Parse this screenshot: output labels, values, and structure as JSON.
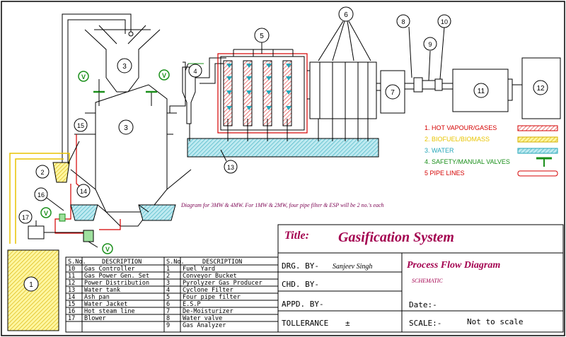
{
  "numbers": {
    "n1": "1",
    "n2": "2",
    "n3a": "3",
    "n3b": "3",
    "n4": "4",
    "n5": "5",
    "n6": "6",
    "n7": "7",
    "n8": "8",
    "n9": "9",
    "n10": "10",
    "n11": "11",
    "n12": "12",
    "n13": "13",
    "n14": "14",
    "n15": "15",
    "n16": "16",
    "n17": "17"
  },
  "valve_letter": "V",
  "legend": [
    {
      "label": "1. HOT VAPOUR/GASES",
      "color": "#d40000"
    },
    {
      "label": "2. BIOFUEL/BIOMASS",
      "color": "#e8c400"
    },
    {
      "label": "3. WATER",
      "color": "#26a6b8"
    },
    {
      "label": "4. SAFETY/MANUAL VALVES",
      "color": "#1a8f1a"
    },
    {
      "label": "5 PIPE LINES",
      "color": "#d40000"
    }
  ],
  "note": "Diagram for 3MW & 4MW. For 1MW & 2MW, four pipe filter & ESP will be 2 no.'s each",
  "table": {
    "headers": [
      "S.No.",
      "DESCRIPTION",
      "S.No.",
      "DESCRIPTION"
    ],
    "rows": [
      [
        "10",
        "Gas Controller",
        "1",
        "Fuel Yard"
      ],
      [
        "11",
        "Gas Power Gen. Set",
        "2",
        "Conveyor Bucket"
      ],
      [
        "12",
        "Power Distribution",
        "3",
        "Pyrolyzer Gas Producer"
      ],
      [
        "13",
        "Water tank",
        "4",
        "Cyclone  Filter"
      ],
      [
        "14",
        "Ash pan",
        "5",
        "Four pipe filter"
      ],
      [
        "15",
        "Water Jacket",
        "6",
        "E.S.P"
      ],
      [
        "16",
        "Hot steam line",
        "7",
        "De-Moisturizer"
      ],
      [
        "17",
        "Blower",
        "8",
        "Water valve"
      ],
      [
        "",
        "",
        "9",
        "Gas Analyzer"
      ]
    ]
  },
  "title_block": {
    "title_label": "Title:",
    "title": "Gasification System",
    "subtitle": "Process Flow Diagram",
    "schematic": "SCHEMATIC",
    "drg_label": "DRG. BY-",
    "drg_value": "Sanjeev  Singh",
    "chd_label": "CHD. BY-",
    "appd_label": "APPD. BY-",
    "tolerance_label": "TOLLERANCE",
    "tolerance_value": "±",
    "date_label": "Date:-",
    "scale_label": "SCALE:-",
    "scale_value": "Not to scale"
  },
  "colors": {
    "gas": "#d40000",
    "biofuel": "#e8c400",
    "water": "#26a6b8",
    "valve": "#1a8f1a",
    "title": "#a3004f",
    "note": "#7a0050"
  }
}
